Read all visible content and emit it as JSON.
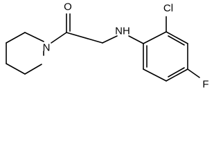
{
  "molecule": {
    "atoms": {
      "oxygen": "O",
      "amine": "NH",
      "piperidine_nitrogen": "N",
      "chlorine": "Cl",
      "fluorine": "F"
    }
  }
}
